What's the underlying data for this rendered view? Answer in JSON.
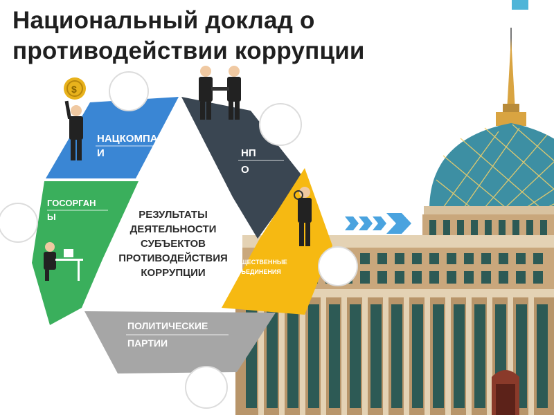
{
  "title": {
    "line1": "Национальный доклад о",
    "line2": "противодействии коррупции"
  },
  "segments": {
    "natskompanii": {
      "line1": "НАЦКОМПАНИ",
      "line2": "И",
      "color": "#3a86d4"
    },
    "npo": {
      "line1": "НП",
      "line2": "О",
      "color": "#3a4652"
    },
    "obshchestvennye": {
      "line1": "ОБЩЕСТВЕННЫЕ",
      "line2": "ОБЪЕДИНЕНИЯ",
      "color": "#f6b912"
    },
    "politicheskie": {
      "line1": "ПОЛИТИЧЕСКИЕ",
      "line2": "ПАРТИИ",
      "color": "#a6a6a6"
    },
    "gosorgany": {
      "line1": "ГОСОРГАН",
      "line2": "Ы",
      "color": "#3aaf5c"
    }
  },
  "center": {
    "lines": [
      "РЕЗУЛЬТАТЫ",
      "ДЕЯТЕЛЬНОСТИ",
      "СУБЪЕКТОВ",
      "ПРОТИВОДЕЙСТВИЯ",
      "КОРРУПЦИИ"
    ]
  },
  "colors": {
    "building_wall": "#c9a77c",
    "building_column": "#e4d2b4",
    "window": "#2d5a55",
    "dome": "#3d8fa3",
    "spire": "#d9a441",
    "arrow": "#4aa3df",
    "coin": "#e8b21c"
  },
  "icons": [
    "coin-icon",
    "handshake-people-icon",
    "magnifier-person-icon",
    "desk-worker-icon",
    "flag-icon"
  ]
}
